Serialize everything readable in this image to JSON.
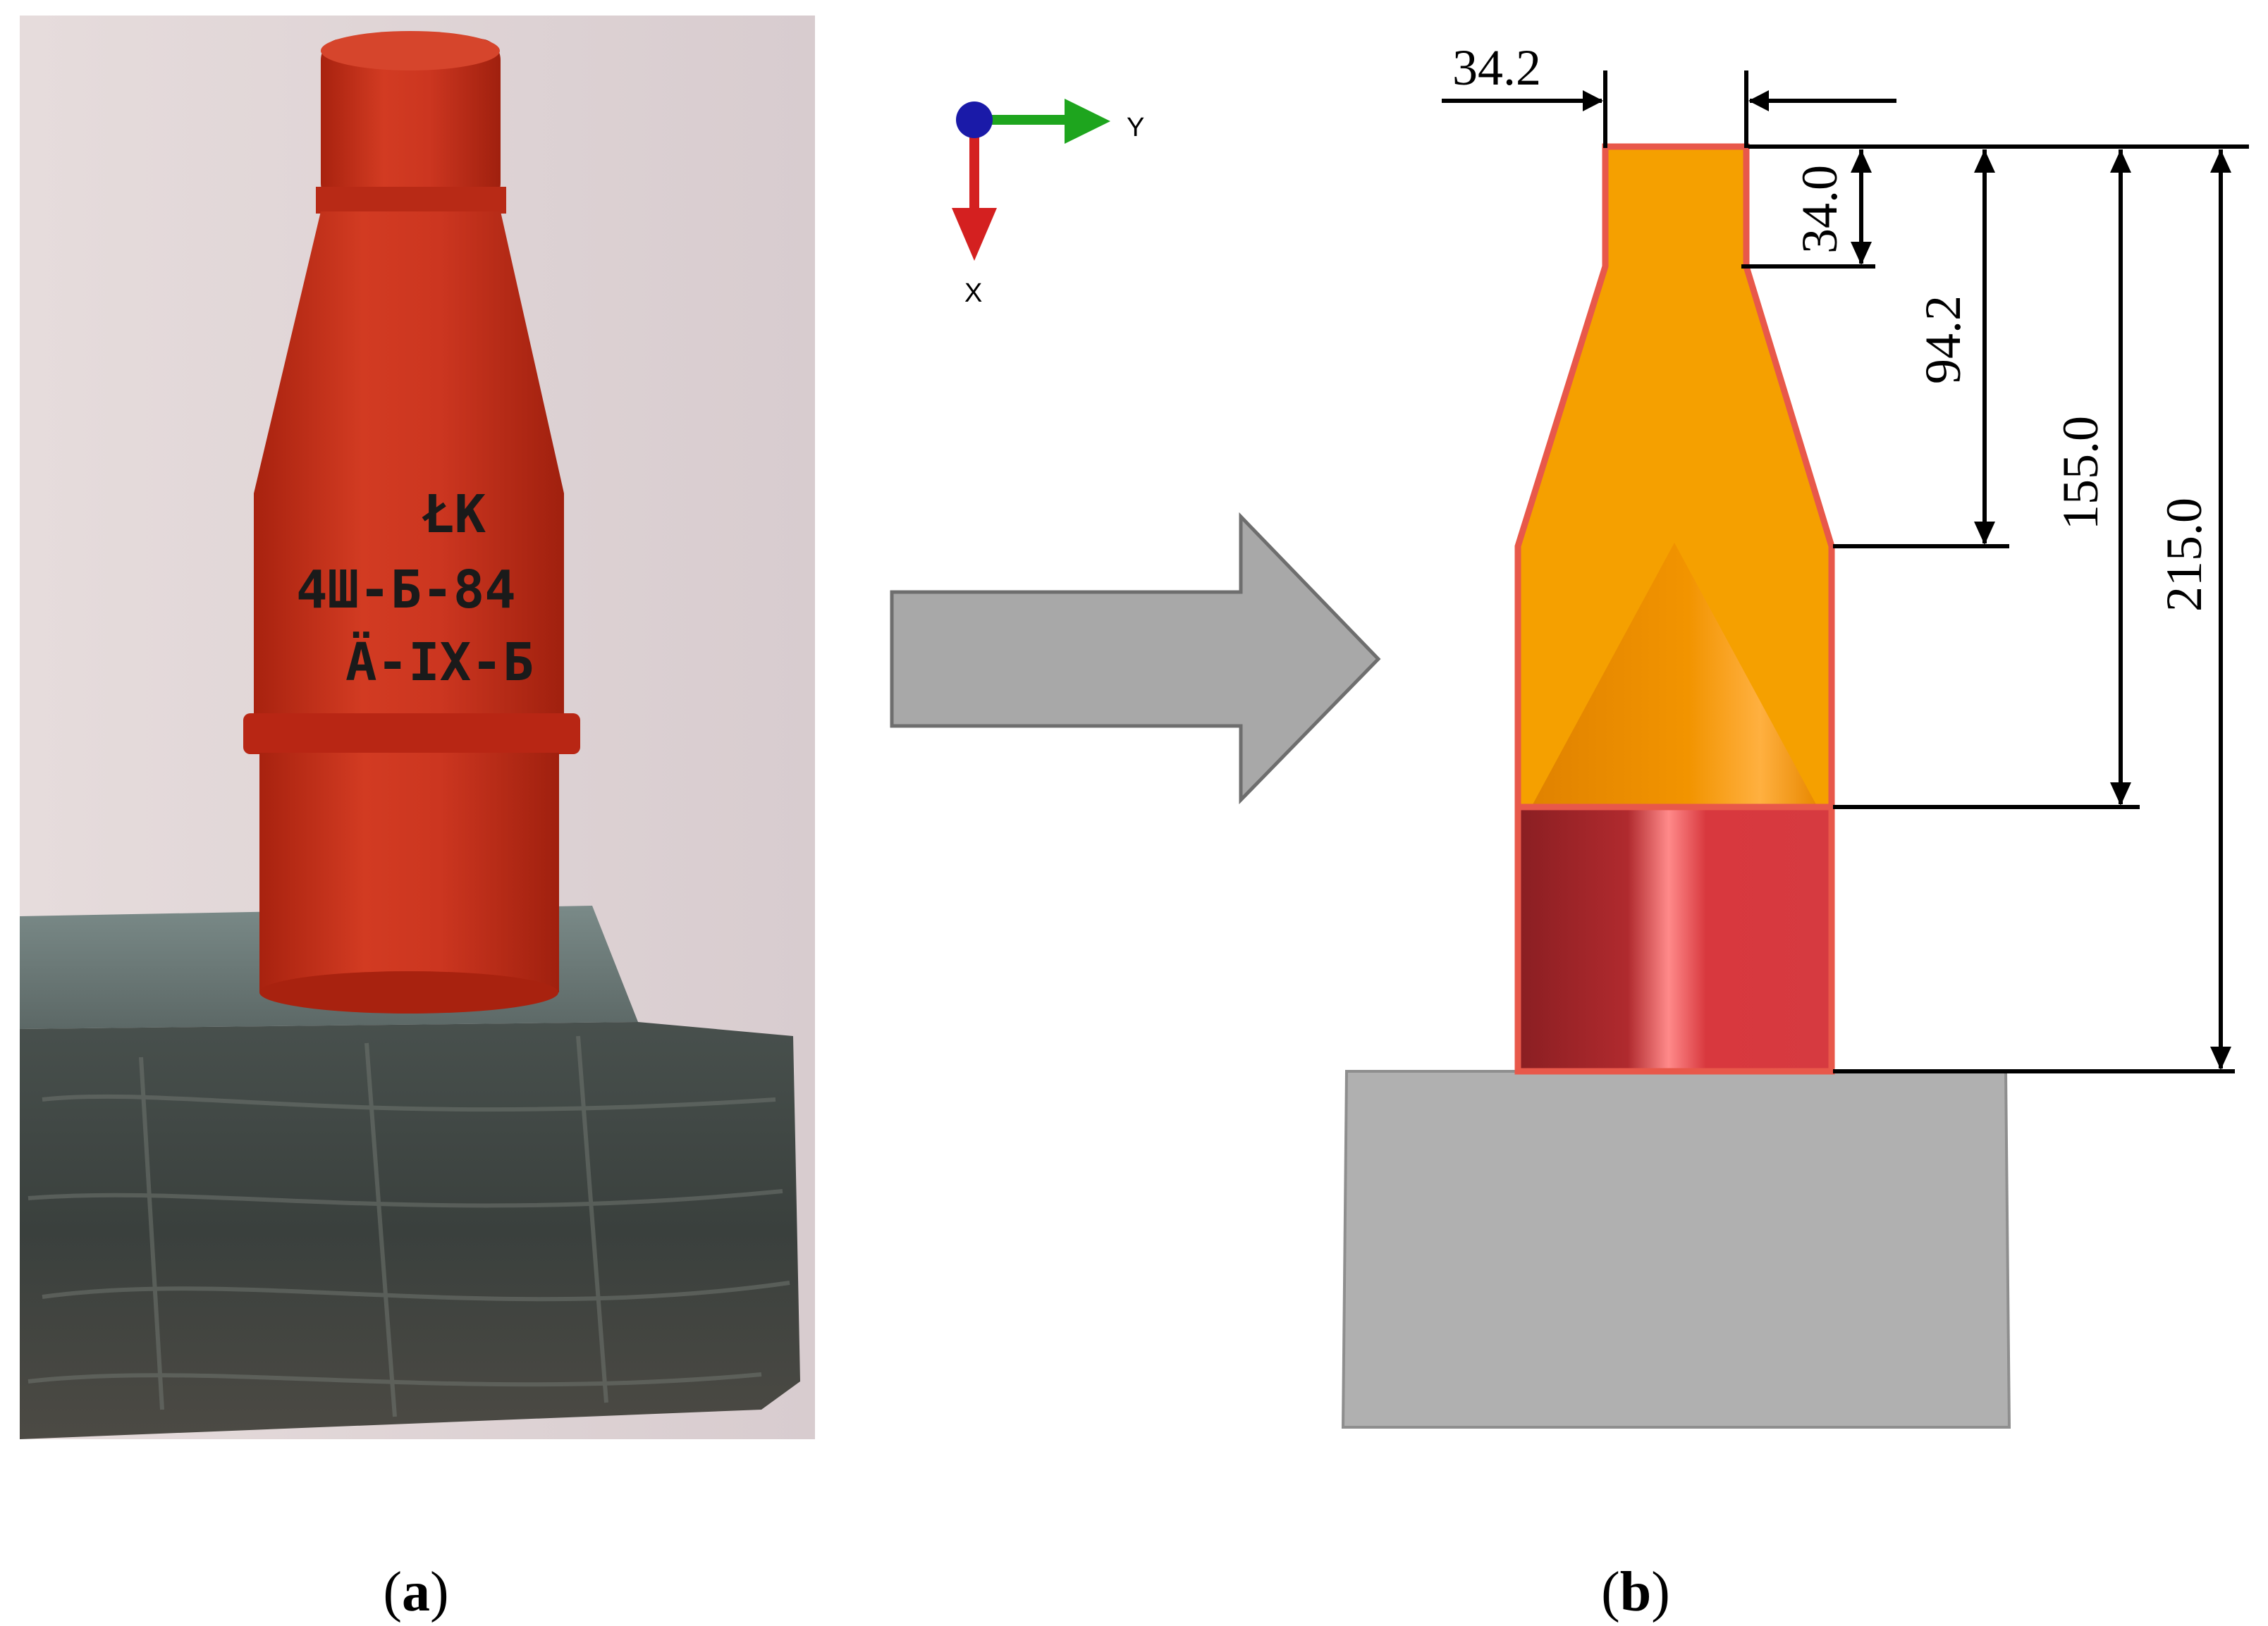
{
  "panels": {
    "a": {
      "label_open": "(",
      "label_letter": "a",
      "label_close": ")"
    },
    "b": {
      "label_open": "(",
      "label_letter": "b",
      "label_close": ")"
    }
  },
  "photo": {
    "stencil_lines": [
      "ŁK",
      "4Ш-Б-84",
      "Ä-IX-Б"
    ]
  },
  "axes": {
    "y_label": "Y",
    "x_label": "X"
  },
  "dimensions": {
    "top_width": "34.2",
    "neck_height": "34.0",
    "cone_base_height": "94.2",
    "liner_base_height": "155.0",
    "total_height": "215.0"
  },
  "colors": {
    "charge_body": "#f5a000",
    "charge_outline": "#e8584a",
    "liner_cone": "#f08c00",
    "casing_red": "#d2363c",
    "target_plate": "#b0b0b0",
    "arrow_fill": "#a8a8a8",
    "photo_red": "#c8321e"
  }
}
